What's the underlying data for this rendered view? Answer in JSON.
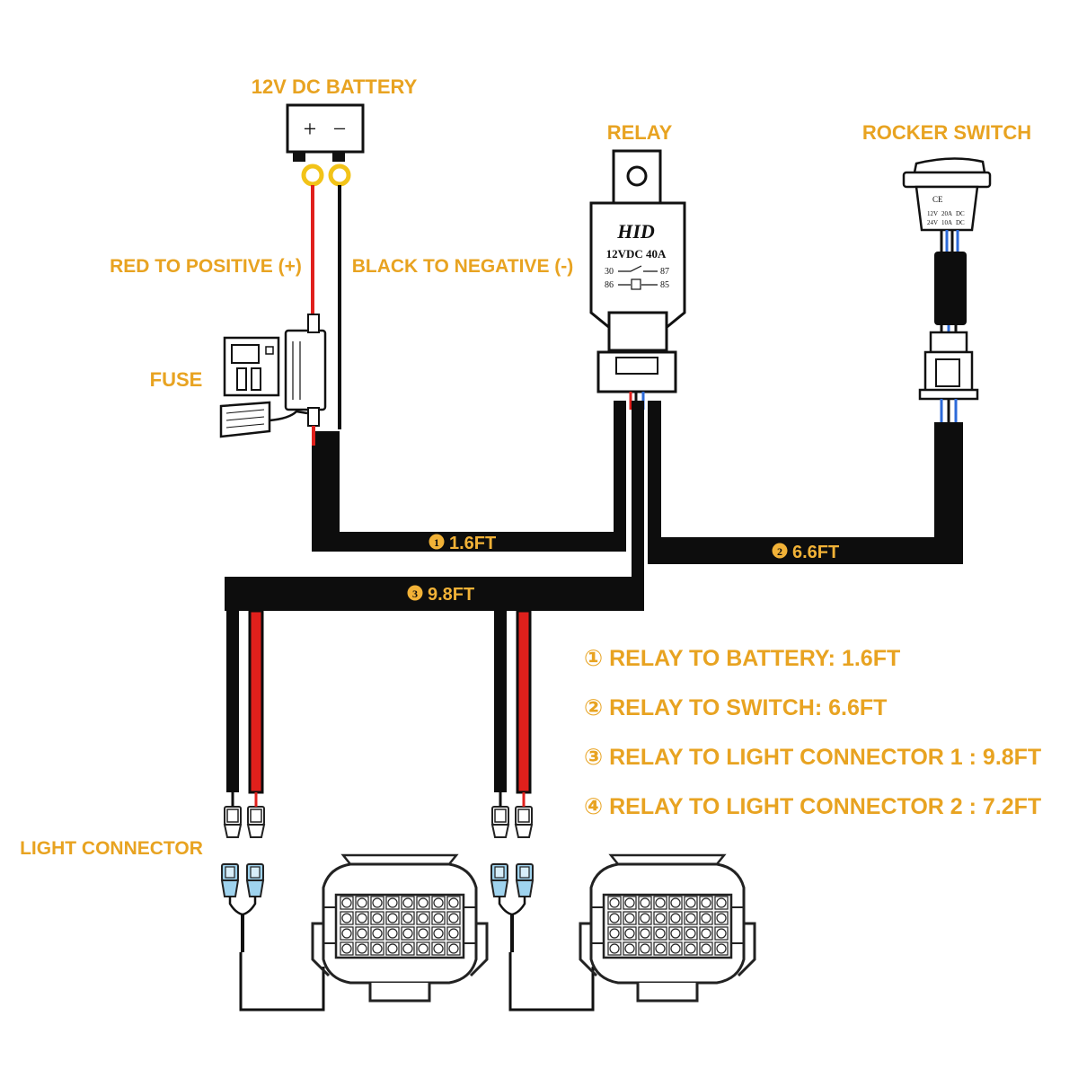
{
  "labels": {
    "battery": "12V DC BATTERY",
    "battery_plus": "+",
    "battery_minus": "−",
    "relay": "RELAY",
    "rocker_switch": "ROCKER SWITCH",
    "red_to_positive": "RED TO POSITIVE (+)",
    "black_to_negative": "BLACK TO NEGATIVE (-)",
    "fuse": "FUSE",
    "light_connector": "LIGHT CONNECTOR"
  },
  "relay_face": {
    "brand": "HID",
    "rating": "12VDC 40A",
    "pin_30": "30",
    "pin_87": "87",
    "pin_86": "86",
    "pin_85": "85"
  },
  "switch_face": {
    "mark": "CE",
    "row1": [
      "12V",
      "20A",
      "DC"
    ],
    "row2": [
      "24V",
      "10A",
      "DC"
    ]
  },
  "wire_segments": [
    {
      "marker": "1",
      "length": "1.6FT"
    },
    {
      "marker": "2",
      "length": "6.6FT"
    },
    {
      "marker": "3",
      "length": "9.8FT"
    }
  ],
  "legend": [
    "① RELAY TO BATTERY: 1.6FT",
    "② RELAY TO SWITCH: 6.6FT",
    "③ RELAY TO LIGHT CONNECTOR 1 : 9.8FT",
    "④ RELAY TO LIGHT CONNECTOR 2 : 7.2FT"
  ],
  "colors": {
    "label": "#E8A321",
    "wire_black": "#0d0d0d",
    "wire_red": "#e0201c",
    "connector_blue": "#9fd3ee"
  }
}
